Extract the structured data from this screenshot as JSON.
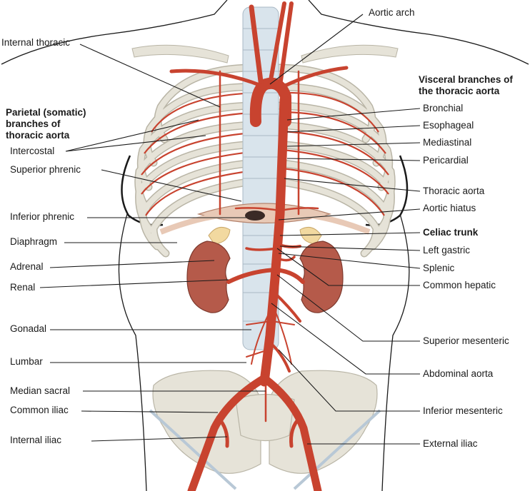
{
  "colors": {
    "artery": "#c8432f",
    "artery_dark": "#9a2f20",
    "bone": "#e6e3d8",
    "bone_edge": "#b9b5a6",
    "kidney": "#b55a4a",
    "adrenal": "#f2d9a0",
    "vertebra": "#d9e4ec",
    "body_outline": "#1a1a1a",
    "leader": "#1a1a1a"
  },
  "headings": {
    "parietal": [
      "Parietal (somatic)",
      "branches of",
      "thoracic aorta"
    ],
    "visceral": [
      "Visceral branches of",
      "the thoracic aorta"
    ]
  },
  "labels": {
    "aortic_arch": "Aortic arch",
    "internal_thoracic": "Internal thoracic",
    "intercostal": "Intercostal",
    "superior_phrenic": "Superior phrenic",
    "inferior_phrenic": "Inferior phrenic",
    "diaphragm": "Diaphragm",
    "adrenal": "Adrenal",
    "renal": "Renal",
    "gonadal": "Gonadal",
    "lumbar": "Lumbar",
    "median_sacral": "Median sacral",
    "common_iliac": "Common iliac",
    "internal_iliac": "Internal iliac",
    "bronchial": "Bronchial",
    "esophageal": "Esophageal",
    "mediastinal": "Mediastinal",
    "pericardial": "Pericardial",
    "thoracic_aorta": "Thoracic aorta",
    "aortic_hiatus": "Aortic hiatus",
    "celiac_trunk": "Celiac trunk",
    "left_gastric": "Left gastric",
    "splenic": "Splenic",
    "common_hepatic": "Common hepatic",
    "superior_mesenteric": "Superior mesenteric",
    "abdominal_aorta": "Abdominal aorta",
    "inferior_mesenteric": "Inferior mesenteric",
    "external_iliac": "External iliac"
  }
}
